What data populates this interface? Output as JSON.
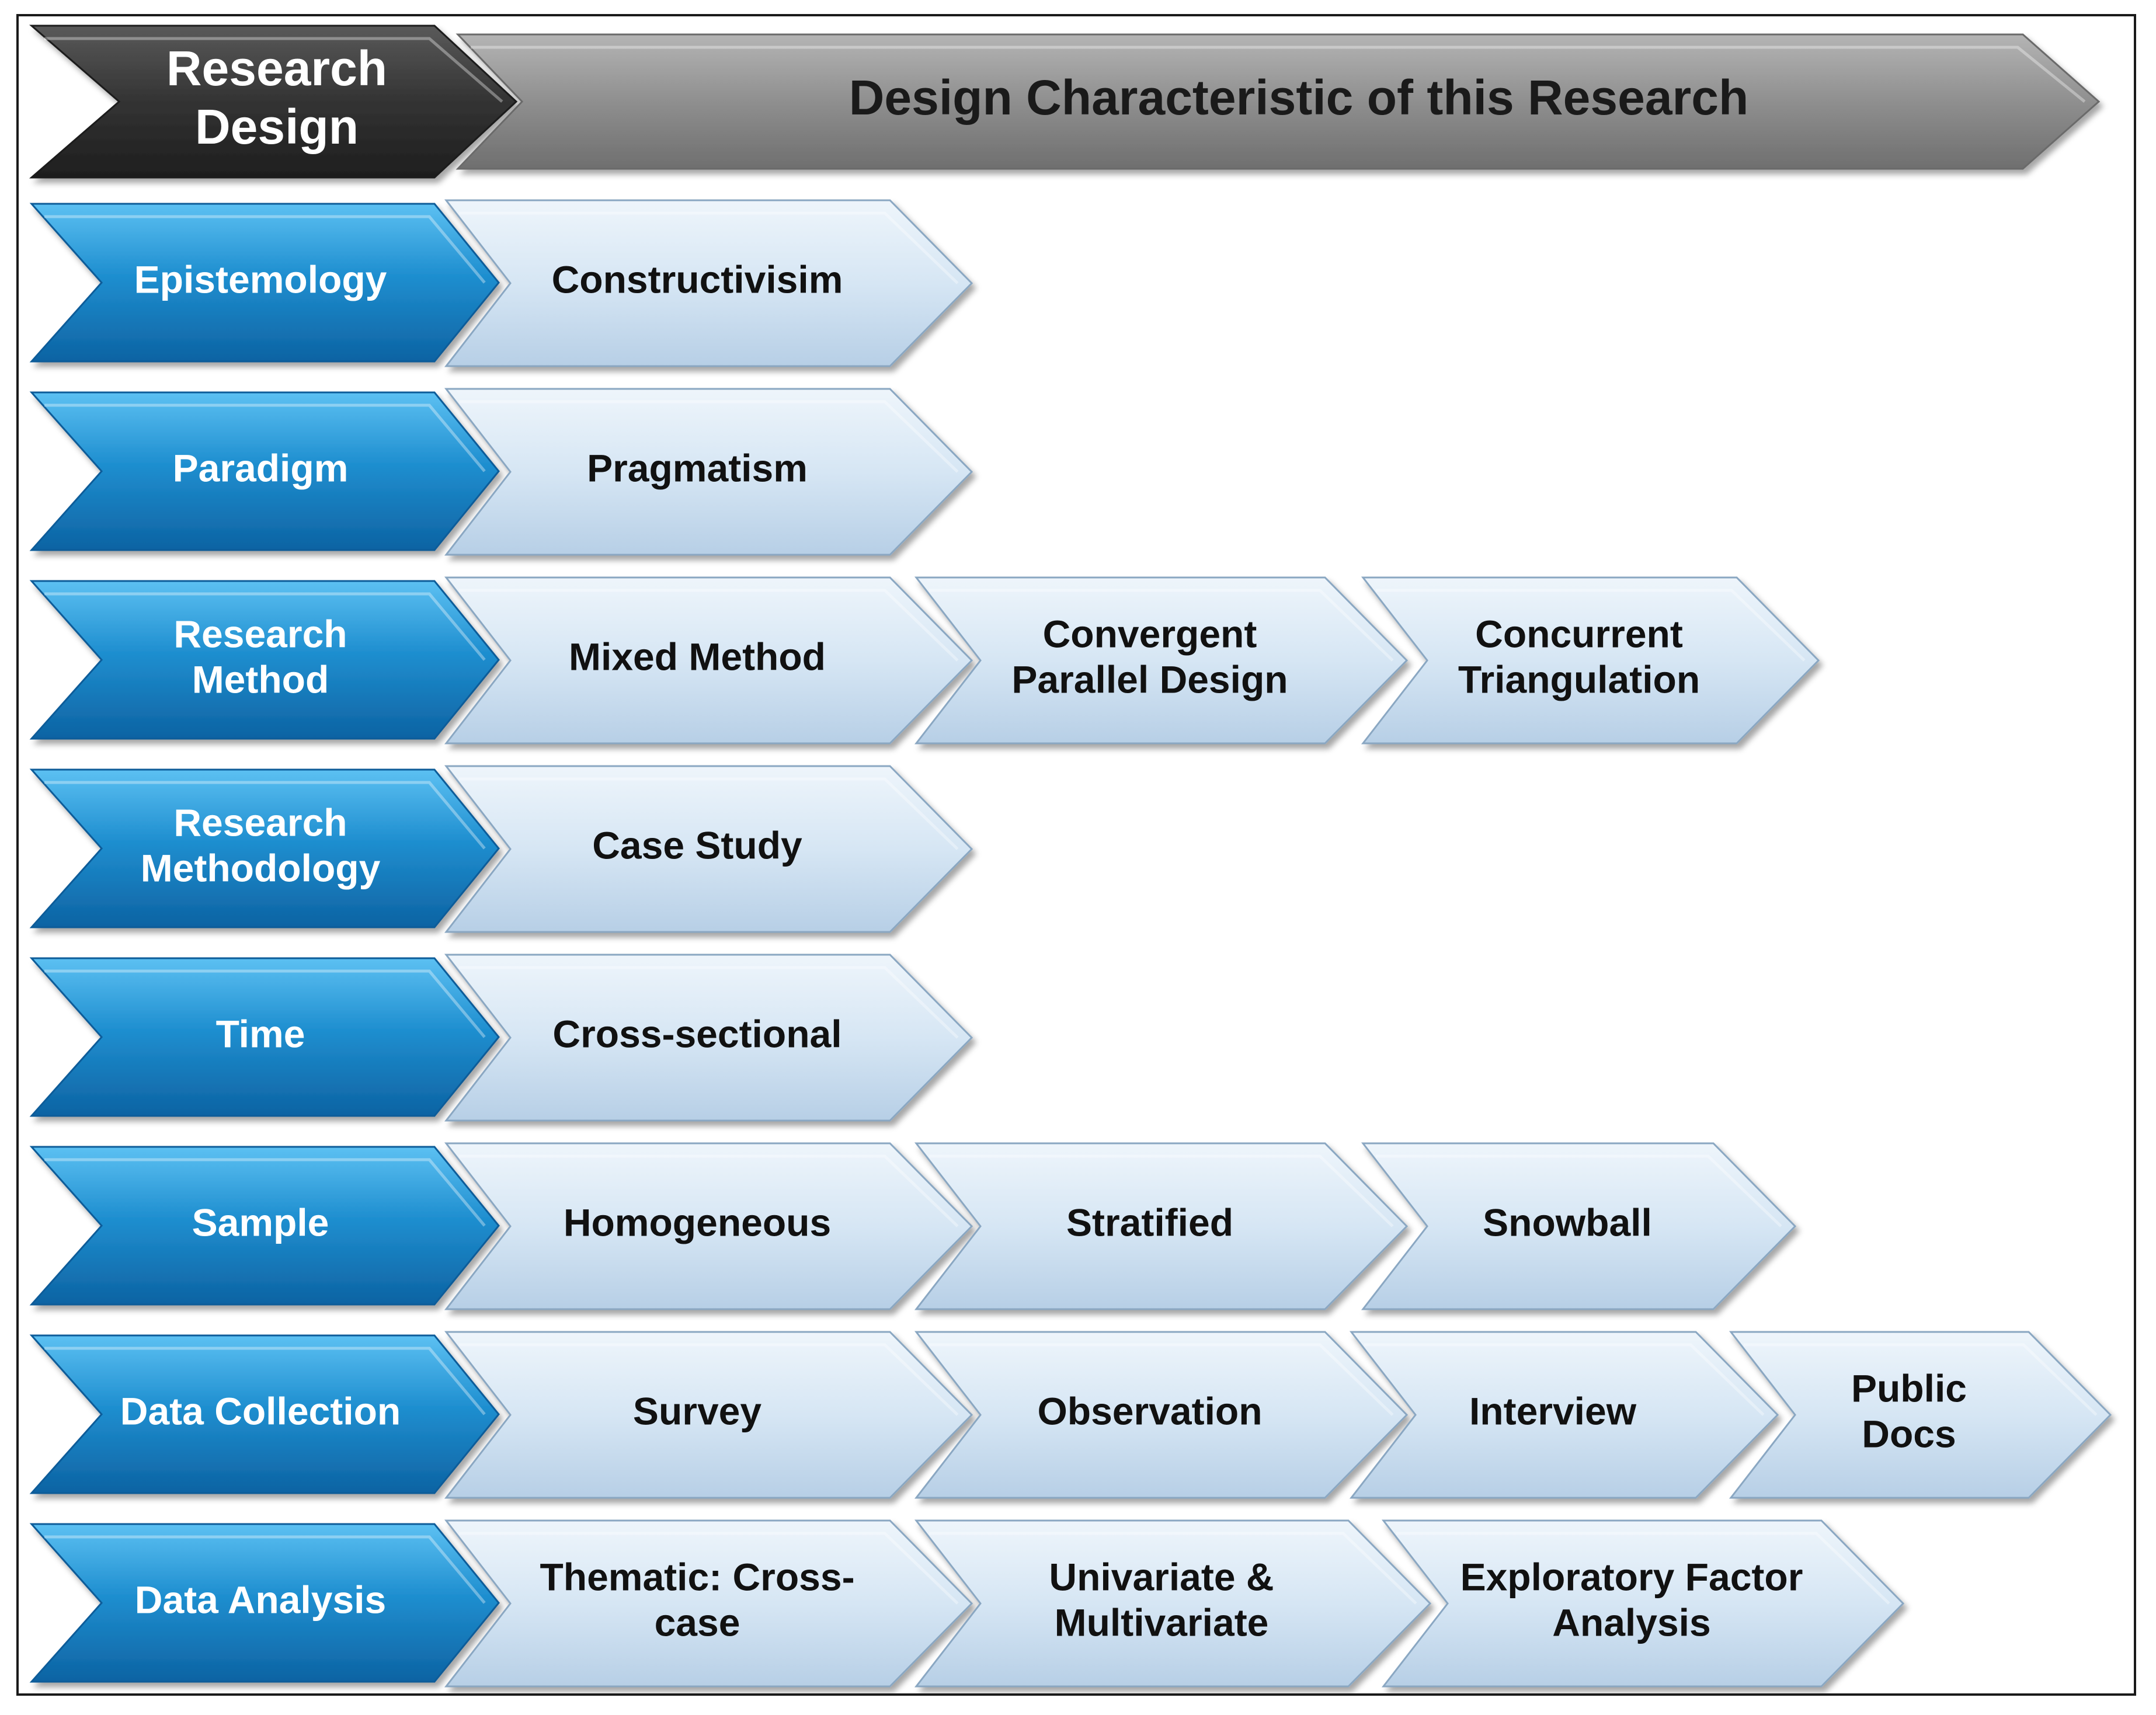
{
  "header": {
    "corner_label": [
      "Research",
      "Design"
    ],
    "title": "Design Characteristic of this Research"
  },
  "rows": [
    {
      "category": [
        "Epistemology"
      ],
      "values": [
        [
          "Constructivisim"
        ]
      ]
    },
    {
      "category": [
        "Paradigm"
      ],
      "values": [
        [
          "Pragmatism"
        ]
      ]
    },
    {
      "category": [
        "Research",
        "Method"
      ],
      "values": [
        [
          "Mixed Method"
        ],
        [
          "Convergent",
          "Parallel Design"
        ],
        [
          "Concurrent",
          "Triangulation"
        ]
      ]
    },
    {
      "category": [
        "Research",
        "Methodology"
      ],
      "values": [
        [
          "Case Study"
        ]
      ]
    },
    {
      "category": [
        "Time"
      ],
      "values": [
        [
          "Cross-sectional"
        ]
      ]
    },
    {
      "category": [
        "Sample"
      ],
      "values": [
        [
          "Homogeneous"
        ],
        [
          "Stratified"
        ],
        [
          "Snowball"
        ]
      ]
    },
    {
      "category": [
        "Data Collection"
      ],
      "values": [
        [
          "Survey"
        ],
        [
          "Observation"
        ],
        [
          "Interview"
        ],
        [
          "Public",
          "Docs"
        ]
      ]
    },
    {
      "category": [
        "Data Analysis"
      ],
      "values": [
        [
          "Thematic: Cross-",
          "case"
        ],
        [
          "Univariate &",
          "Multivariate"
        ],
        [
          "Exploratory Factor",
          "Analysis"
        ]
      ]
    }
  ],
  "colors": {
    "header_dark": "#3a3a3a",
    "header_gray": "#8c8c8c",
    "category_blue": "#1f8fd0",
    "value_light": "#d6e6f4"
  },
  "icons": {
    "chevron": "chevron-right-shape"
  }
}
